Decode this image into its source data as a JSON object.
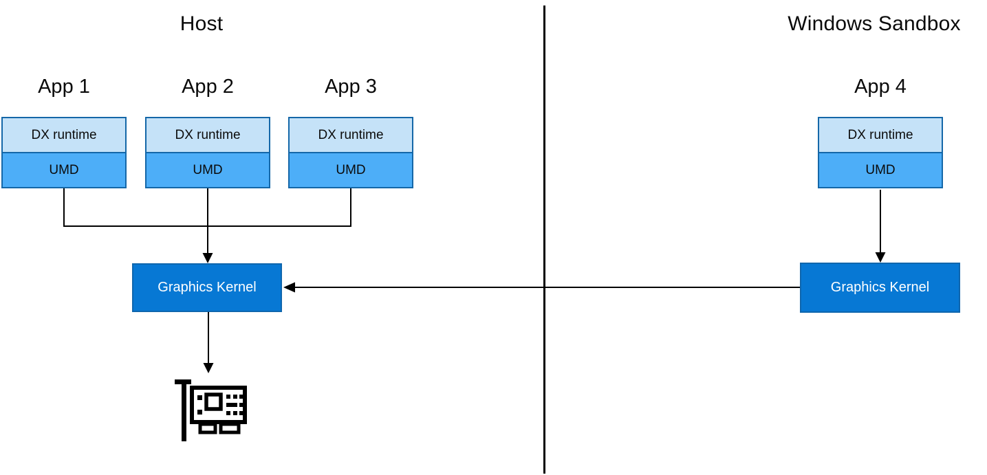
{
  "titles": {
    "host": "Host",
    "sandbox": "Windows Sandbox"
  },
  "apps": [
    {
      "label": "App 1",
      "dx": "DX runtime",
      "umd": "UMD"
    },
    {
      "label": "App 2",
      "dx": "DX runtime",
      "umd": "UMD"
    },
    {
      "label": "App 3",
      "dx": "DX runtime",
      "umd": "UMD"
    },
    {
      "label": "App 4",
      "dx": "DX runtime",
      "umd": "UMD"
    }
  ],
  "kernels": {
    "host": "Graphics Kernel",
    "sandbox": "Graphics Kernel"
  },
  "icons": {
    "gpu": "gpu-card-icon"
  },
  "colors": {
    "dx_fill": "#C5E2F8",
    "umd_fill": "#4DAEF8",
    "box_border": "#1467A8",
    "kernel_fill": "#0778D4",
    "kernel_text": "#FFFFFF",
    "line": "#000000",
    "background": "#FFFFFF"
  }
}
